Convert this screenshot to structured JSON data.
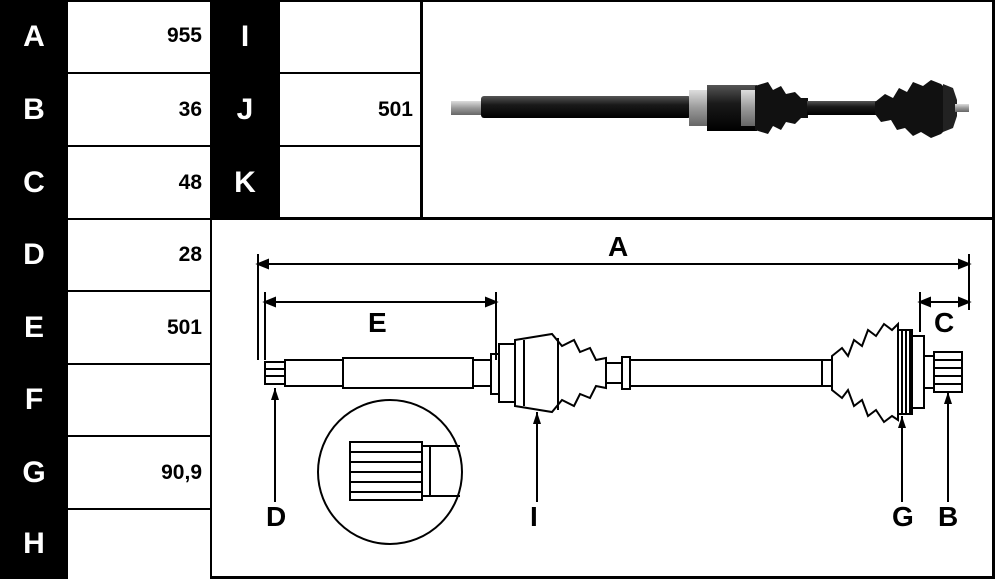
{
  "table": {
    "rows": [
      {
        "label": "A",
        "value": "955"
      },
      {
        "label": "B",
        "value": "36"
      },
      {
        "label": "C",
        "value": "48"
      },
      {
        "label": "D",
        "value": "28"
      },
      {
        "label": "E",
        "value": "501"
      },
      {
        "label": "F",
        "value": ""
      },
      {
        "label": "G",
        "value": "90,9"
      },
      {
        "label": "H",
        "value": ""
      }
    ],
    "right_rows": [
      {
        "label": "I",
        "value": ""
      },
      {
        "label": "J",
        "value": "501"
      },
      {
        "label": "K",
        "value": ""
      }
    ]
  },
  "diagram": {
    "labels": {
      "A": "A",
      "E": "E",
      "C": "C",
      "D": "D",
      "I": "I",
      "G": "G",
      "B": "B"
    }
  }
}
